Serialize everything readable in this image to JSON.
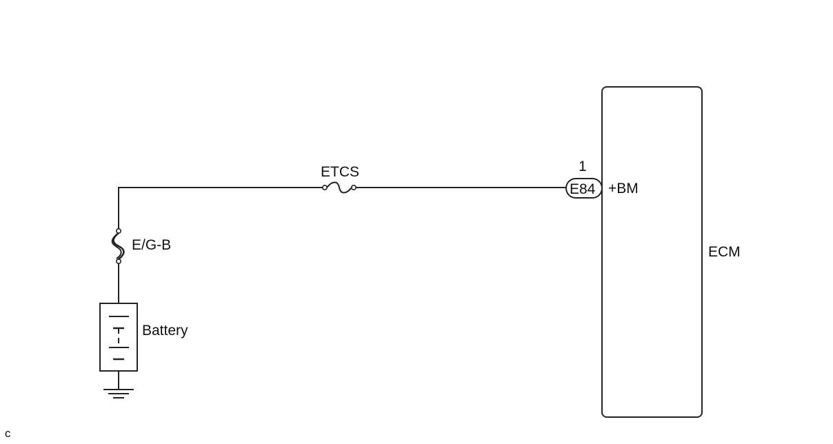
{
  "labels": {
    "fuse_etcs": "ETCS",
    "fusible_link": "E/G-B",
    "battery": "Battery",
    "ecm": "ECM",
    "connector": "E84",
    "pin_number": "1",
    "terminal": "+BM",
    "corner_mark": "c"
  }
}
